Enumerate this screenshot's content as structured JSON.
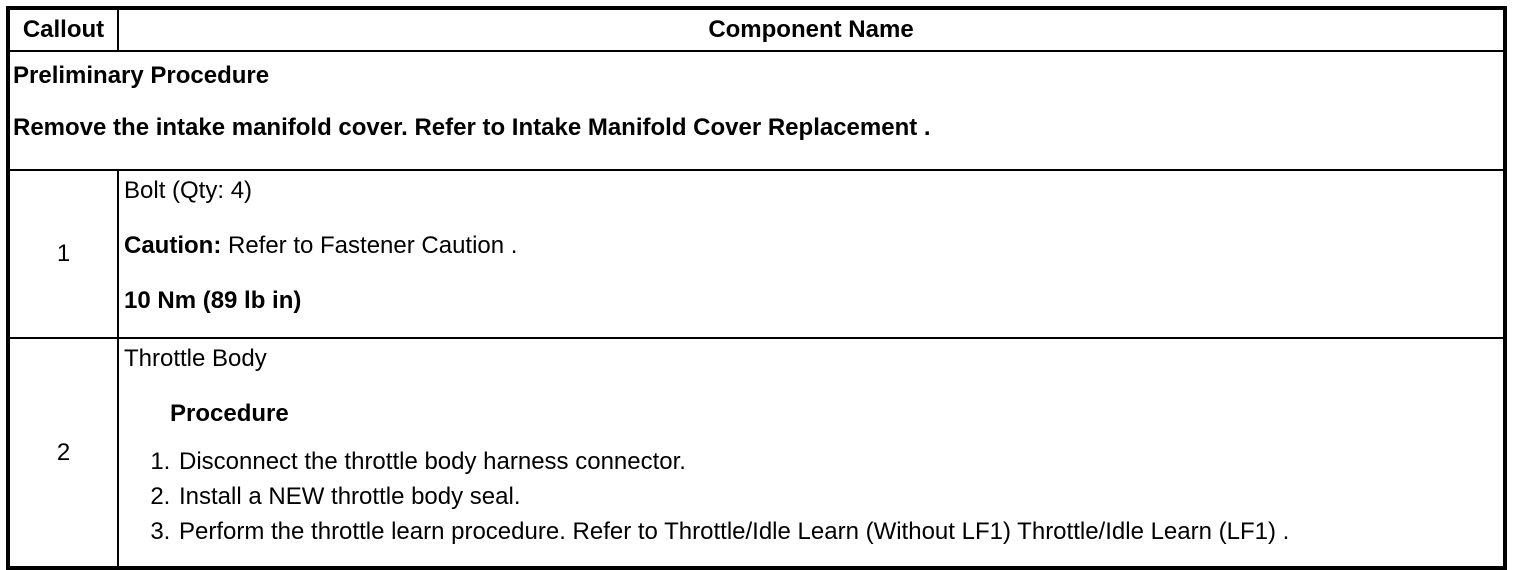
{
  "table": {
    "header": {
      "callout": "Callout",
      "component_name": "Component Name"
    },
    "preliminary": {
      "title": "Preliminary Procedure",
      "instruction": "Remove the intake manifold cover. Refer to Intake Manifold Cover Replacement ."
    },
    "rows": [
      {
        "callout": "1",
        "component": "Bolt (Qty: 4)",
        "caution_label": "Caution:",
        "caution_text": "Refer to Fastener Caution .",
        "torque": "10 Nm (89 lb in)"
      },
      {
        "callout": "2",
        "component": "Throttle Body",
        "procedure_heading": "Procedure",
        "steps": [
          "Disconnect the throttle body harness connector.",
          "Install a NEW throttle body seal.",
          "Perform the throttle learn procedure. Refer to Throttle/Idle Learn (Without LF1) Throttle/Idle Learn (LF1) ."
        ]
      }
    ]
  }
}
